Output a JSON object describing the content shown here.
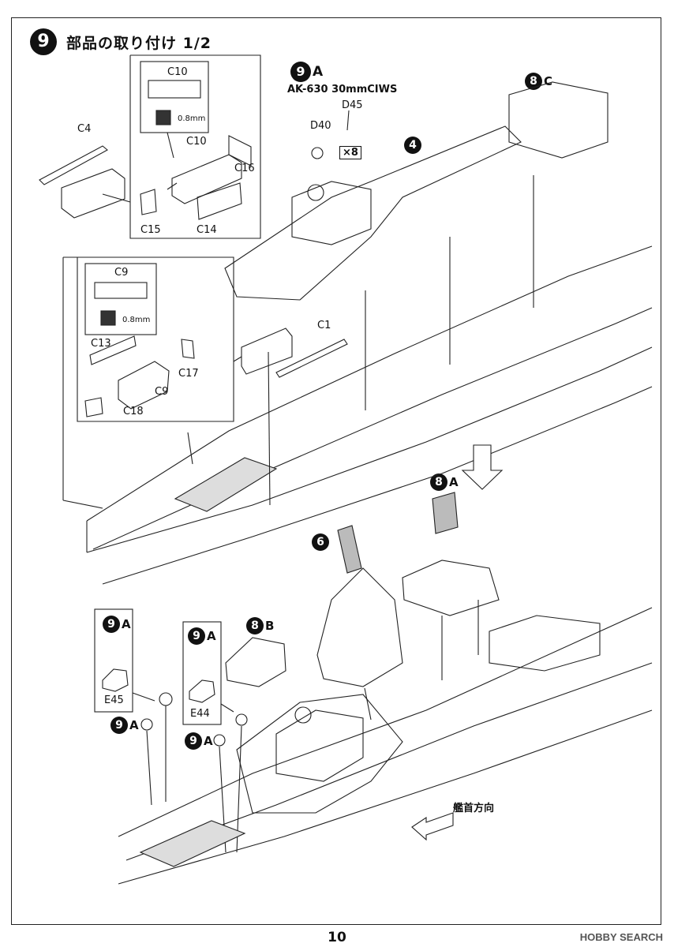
{
  "header": {
    "step_number": "9",
    "title": "部品の取り付け 1/2"
  },
  "subassembly_9A": {
    "badge": "9",
    "letter": "A",
    "description": "AK-630 30mmCIWS",
    "parts": [
      "D45",
      "D40"
    ],
    "quantity": "×8"
  },
  "refs": {
    "ref_8C": {
      "badge": "8",
      "letter": "C"
    },
    "ref_4": {
      "badge": "4"
    },
    "ref_8A": {
      "badge": "8",
      "letter": "A"
    },
    "ref_6": {
      "badge": "6"
    },
    "ref_8B": {
      "badge": "8",
      "letter": "B"
    },
    "ref_9A_left1": {
      "badge": "9",
      "letter": "A"
    },
    "ref_9A_left2": {
      "badge": "9",
      "letter": "A"
    },
    "ref_9A_box1": {
      "badge": "9",
      "letter": "A"
    },
    "ref_9A_box2": {
      "badge": "9",
      "letter": "A"
    }
  },
  "detail_top": {
    "parts": [
      "C4",
      "C10",
      "C16",
      "C15",
      "C14"
    ],
    "inset_part": "C10",
    "glue": "0.8mm"
  },
  "detail_mid": {
    "parts": [
      "C1",
      "C13",
      "C17",
      "C9",
      "C18"
    ],
    "inset_part": "C9",
    "glue": "0.8mm"
  },
  "detail_bottom": {
    "box1_part": "E45",
    "box2_part": "E44"
  },
  "direction_label": "艦首方向",
  "page_number": "10",
  "watermark": "HOBBY SEARCH"
}
